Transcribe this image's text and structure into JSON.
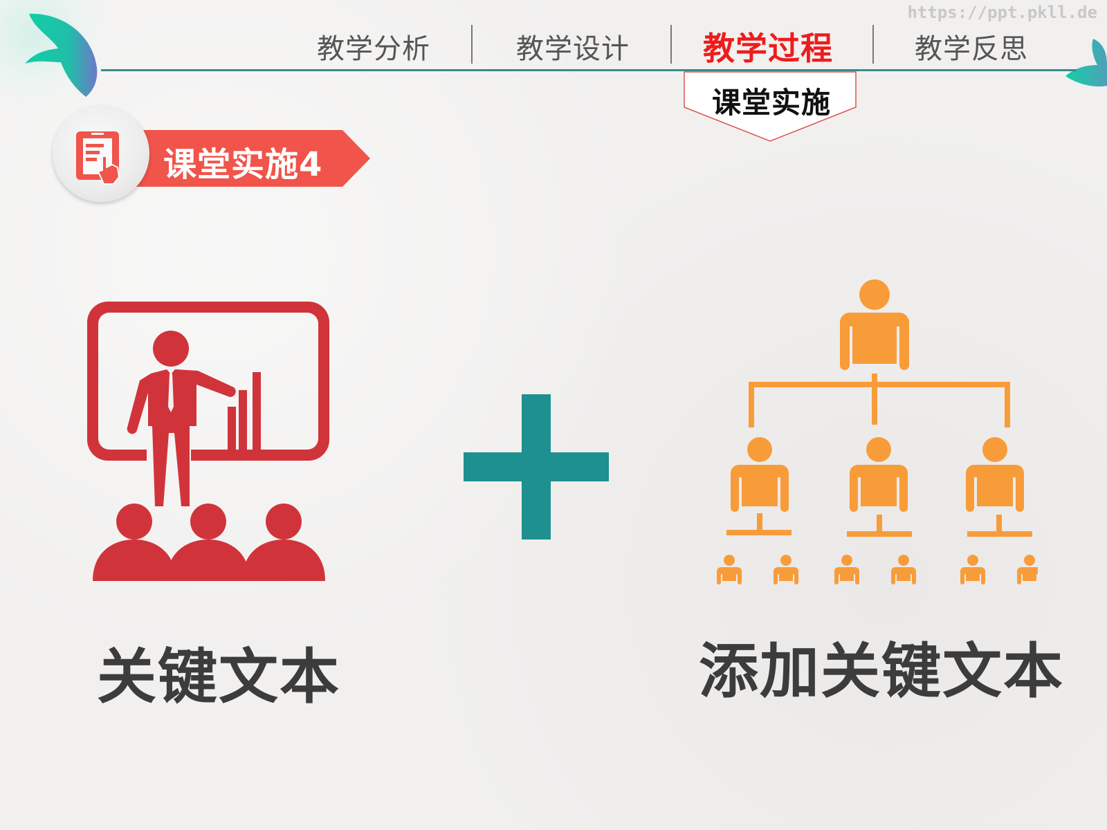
{
  "watermark": "https://ppt.pkll.de",
  "nav": {
    "items": [
      {
        "label": "教学分析",
        "active": false
      },
      {
        "label": "教学设计",
        "active": false
      },
      {
        "label": "教学过程",
        "active": true
      },
      {
        "label": "教学反思",
        "active": false
      }
    ],
    "sub_tab": "课堂实施"
  },
  "section": {
    "label": "课堂实施4",
    "icon": "tablet-touch-icon"
  },
  "left_block": {
    "icon": "presenter-audience-icon",
    "caption": "关键文本"
  },
  "operator": {
    "icon": "plus-icon"
  },
  "right_block": {
    "icon": "org-chart-icon",
    "caption": "添加关键文本"
  },
  "colors": {
    "nav_active": "#ee1c1c",
    "nav_text": "#555555",
    "divider_line": "#3a8a8a",
    "banner_red": "#f0544a",
    "presenter_red": "#d0343a",
    "plus_teal": "#1e9090",
    "org_orange": "#f89c3a",
    "caption_text": "#3c3c3c",
    "leaf_green": "#13c9a6",
    "leaf_purple": "#6a7fc9"
  }
}
